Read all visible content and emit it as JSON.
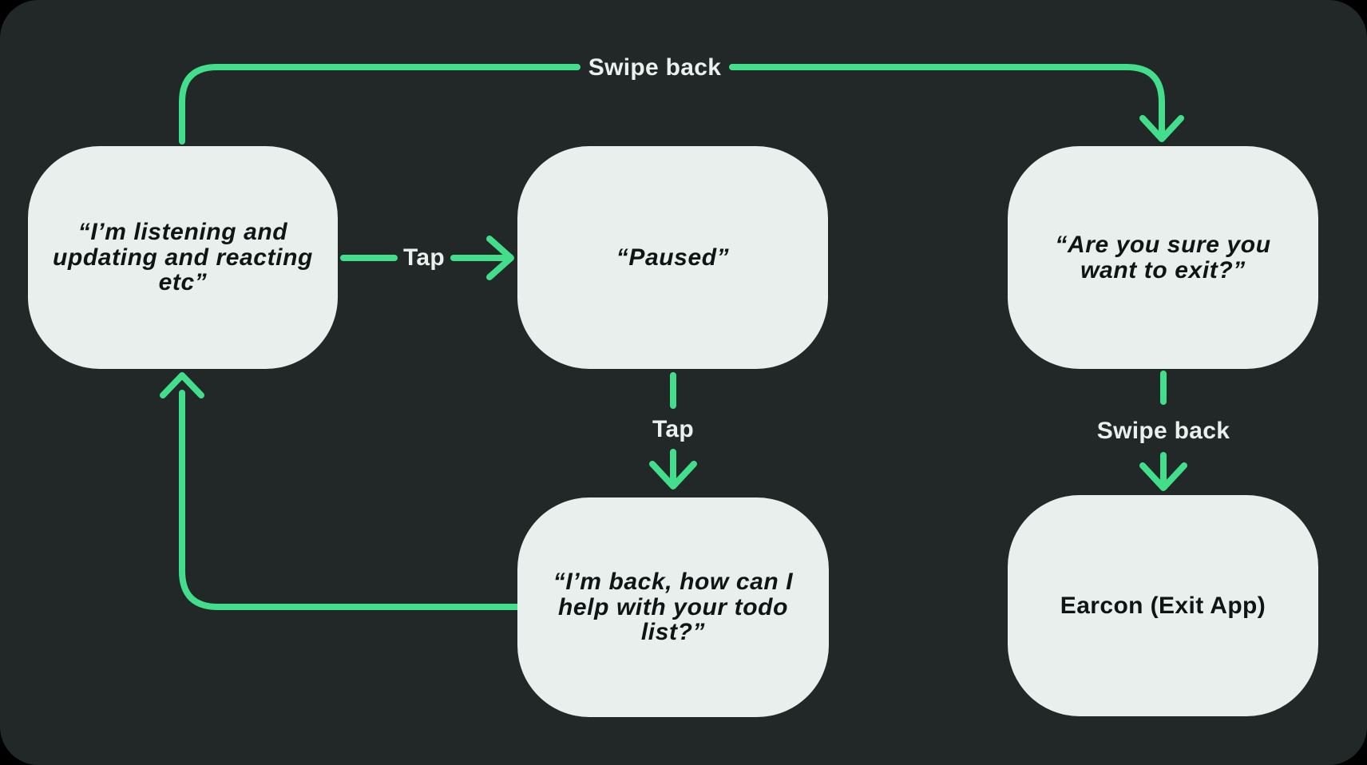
{
  "colors": {
    "background": "#000000",
    "panel": "#212827",
    "node_fill": "#e8efec",
    "node_text": "#111415",
    "arrow": "#42de8b",
    "label_text": "#eaf0ed"
  },
  "diagram": {
    "nodes": {
      "listening": {
        "text": "“I’m listening and\nupdating and reacting\netc”"
      },
      "paused": {
        "text": "“Paused”"
      },
      "exit_confirm": {
        "text": "“Are you sure you\nwant to exit?”"
      },
      "back_greeting": {
        "text": "“I’m back, how can I\nhelp with your todo\nlist?”"
      },
      "earcon": {
        "text": "Earcon (Exit App)"
      }
    },
    "edges": {
      "swipe_back_top": {
        "label": "Swipe back"
      },
      "tap_pause": {
        "label": "Tap"
      },
      "tap_resume": {
        "label": "Tap"
      },
      "swipe_back_exit": {
        "label": "Swipe back"
      }
    }
  }
}
